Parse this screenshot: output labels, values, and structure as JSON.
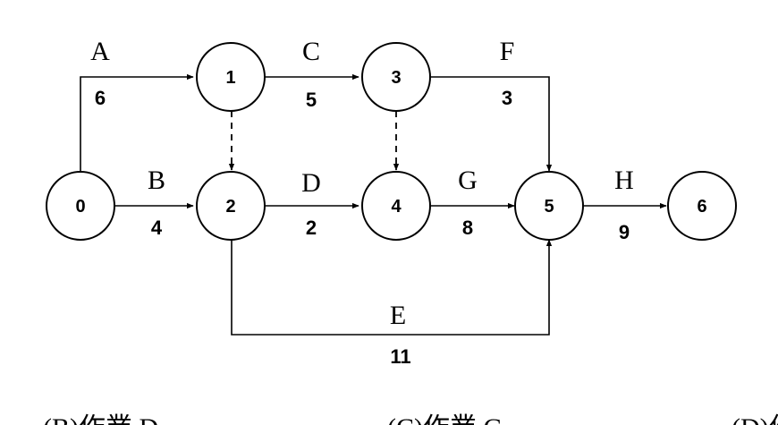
{
  "nodes": [
    {
      "id": "0",
      "label": "0"
    },
    {
      "id": "1",
      "label": "1"
    },
    {
      "id": "2",
      "label": "2"
    },
    {
      "id": "3",
      "label": "3"
    },
    {
      "id": "4",
      "label": "4"
    },
    {
      "id": "5",
      "label": "5"
    },
    {
      "id": "6",
      "label": "6"
    }
  ],
  "activities": [
    {
      "name": "A",
      "duration": "6",
      "from": "0",
      "to": "1"
    },
    {
      "name": "B",
      "duration": "4",
      "from": "0",
      "to": "2"
    },
    {
      "name": "C",
      "duration": "5",
      "from": "1",
      "to": "3"
    },
    {
      "name": "D",
      "duration": "2",
      "from": "2",
      "to": "4"
    },
    {
      "name": "E",
      "duration": "11",
      "from": "2",
      "to": "5"
    },
    {
      "name": "F",
      "duration": "3",
      "from": "3",
      "to": "5"
    },
    {
      "name": "G",
      "duration": "8",
      "from": "4",
      "to": "5"
    },
    {
      "name": "H",
      "duration": "9",
      "from": "5",
      "to": "6"
    }
  ],
  "dummy_activities": [
    {
      "from": "1",
      "to": "2"
    },
    {
      "from": "3",
      "to": "4"
    }
  ],
  "options": [
    {
      "text": "(B)作業 D"
    },
    {
      "text": "(C)作業 G"
    },
    {
      "text": "(D)作"
    }
  ]
}
